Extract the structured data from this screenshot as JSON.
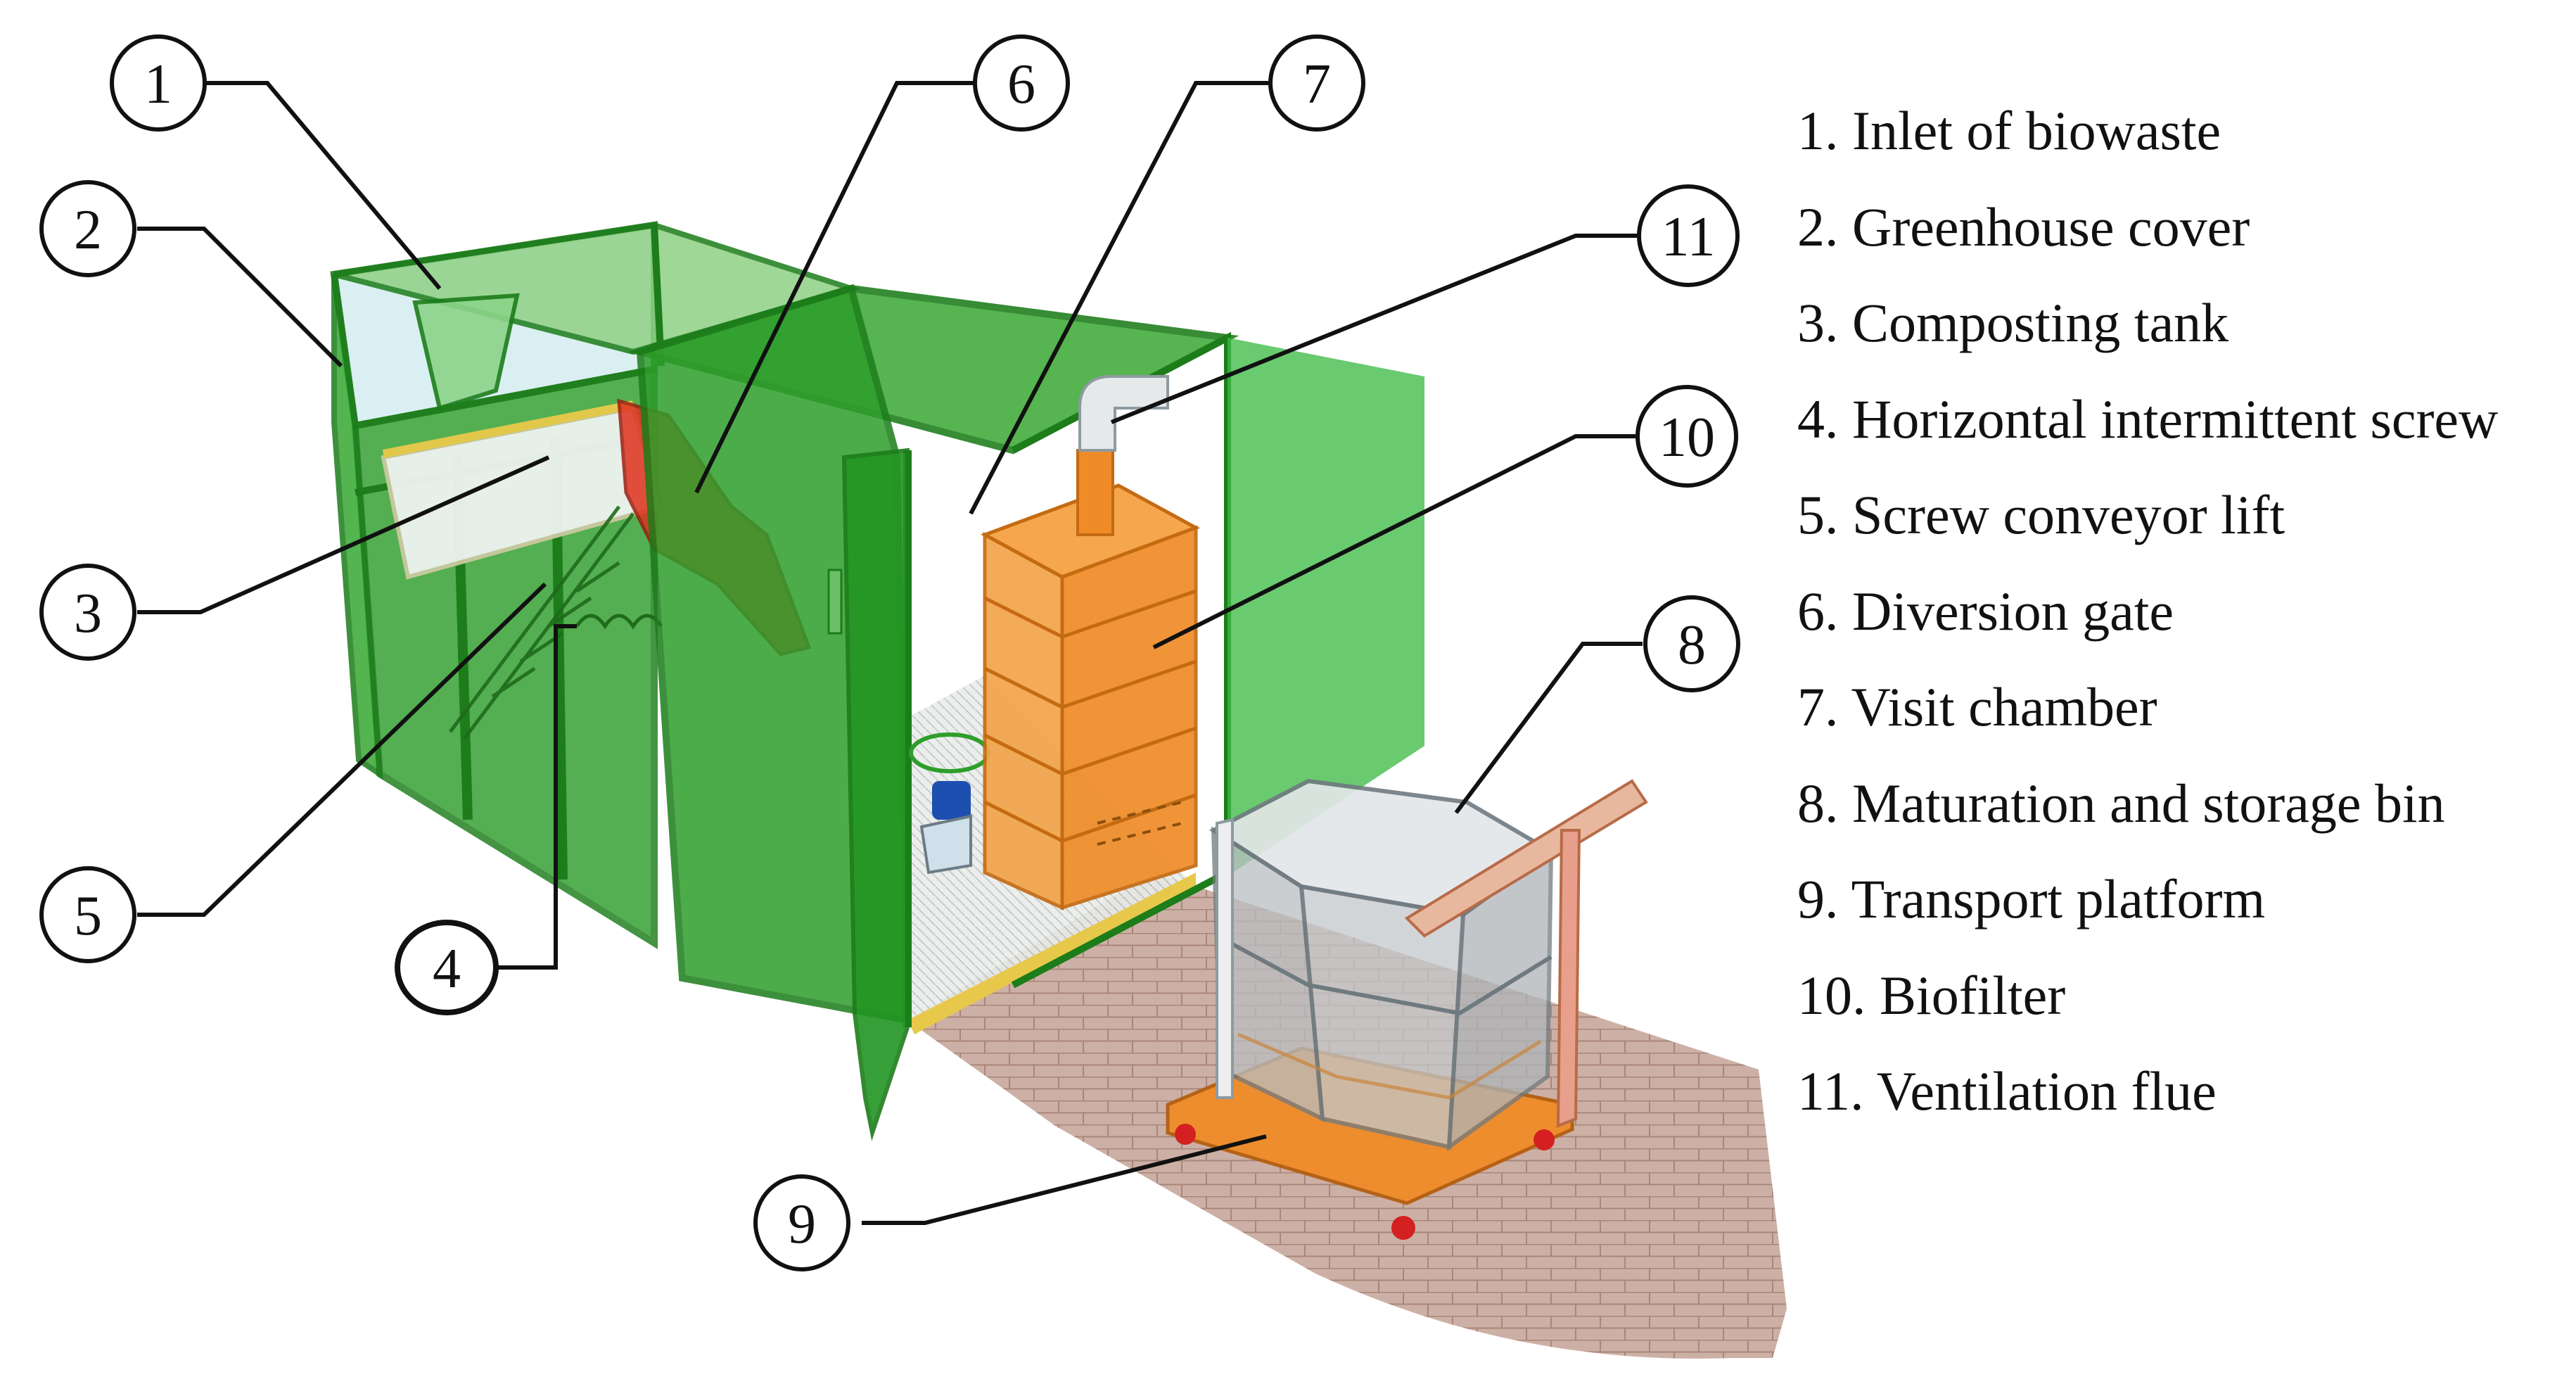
{
  "callouts": [
    {
      "number": "1",
      "refers_to": "Inlet of biowaste"
    },
    {
      "number": "2",
      "refers_to": "Greenhouse cover"
    },
    {
      "number": "3",
      "refers_to": "Composting tank"
    },
    {
      "number": "4",
      "refers_to": "Horizontal intermittent screw"
    },
    {
      "number": "5",
      "refers_to": "Screw conveyor lift"
    },
    {
      "number": "6",
      "refers_to": "Diversion gate"
    },
    {
      "number": "7",
      "refers_to": "Visit chamber"
    },
    {
      "number": "8",
      "refers_to": "Maturation and storage bin"
    },
    {
      "number": "9",
      "refers_to": "Transport platform"
    },
    {
      "number": "10",
      "refers_to": "Biofilter"
    },
    {
      "number": "11",
      "refers_to": "Ventilation flue"
    }
  ],
  "legend": [
    "1. Inlet of biowaste",
    "2. Greenhouse cover",
    "3. Composting tank",
    "4. Horizontal intermittent screw",
    "5. Screw conveyor lift",
    "6. Diversion gate",
    "7. Visit chamber",
    "8. Maturation and storage bin",
    "9. Transport platform",
    "10. Biofilter",
    "11. Ventilation flue"
  ],
  "colors": {
    "greenhouse_green": "#2e9e2b",
    "greenhouse_frame": "#1c7d1a",
    "glass_tint": "#d6eef0",
    "diversion_gate_red": "#e0321e",
    "biofilter_orange": "#f08c28",
    "paving": "#c9aa9e",
    "bin_gray": "#b9bec2",
    "wheel_red": "#d42020"
  }
}
